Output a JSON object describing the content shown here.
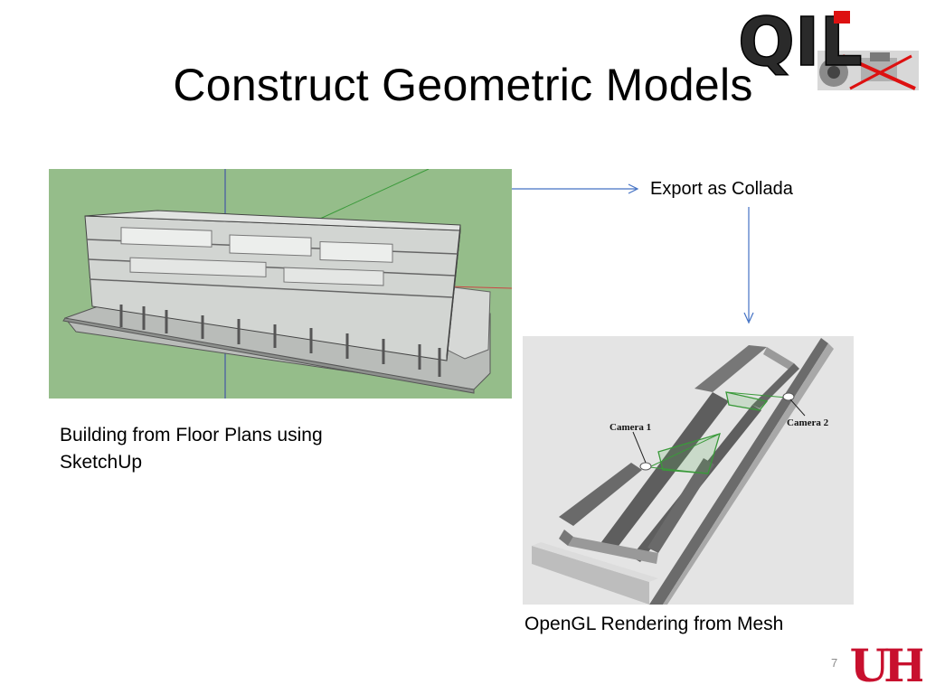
{
  "slide": {
    "title": "Construct Geometric Models",
    "export_label": "Export as Collada",
    "left_caption": "Building from Floor Plans using SketchUp",
    "right_caption": "OpenGL Rendering from Mesh",
    "page_number": "7"
  },
  "render": {
    "camera1_label": "Camera 1",
    "camera2_label": "Camera 2"
  },
  "logos": {
    "qil_text": "QIL",
    "uh_text": "UH"
  },
  "colors": {
    "arrow": "#4472c4",
    "sketchup_bg": "#95bd8a",
    "render_bg": "#e4e4e4",
    "uh_red": "#c8102e",
    "camera_green": "#3a9a3a"
  }
}
